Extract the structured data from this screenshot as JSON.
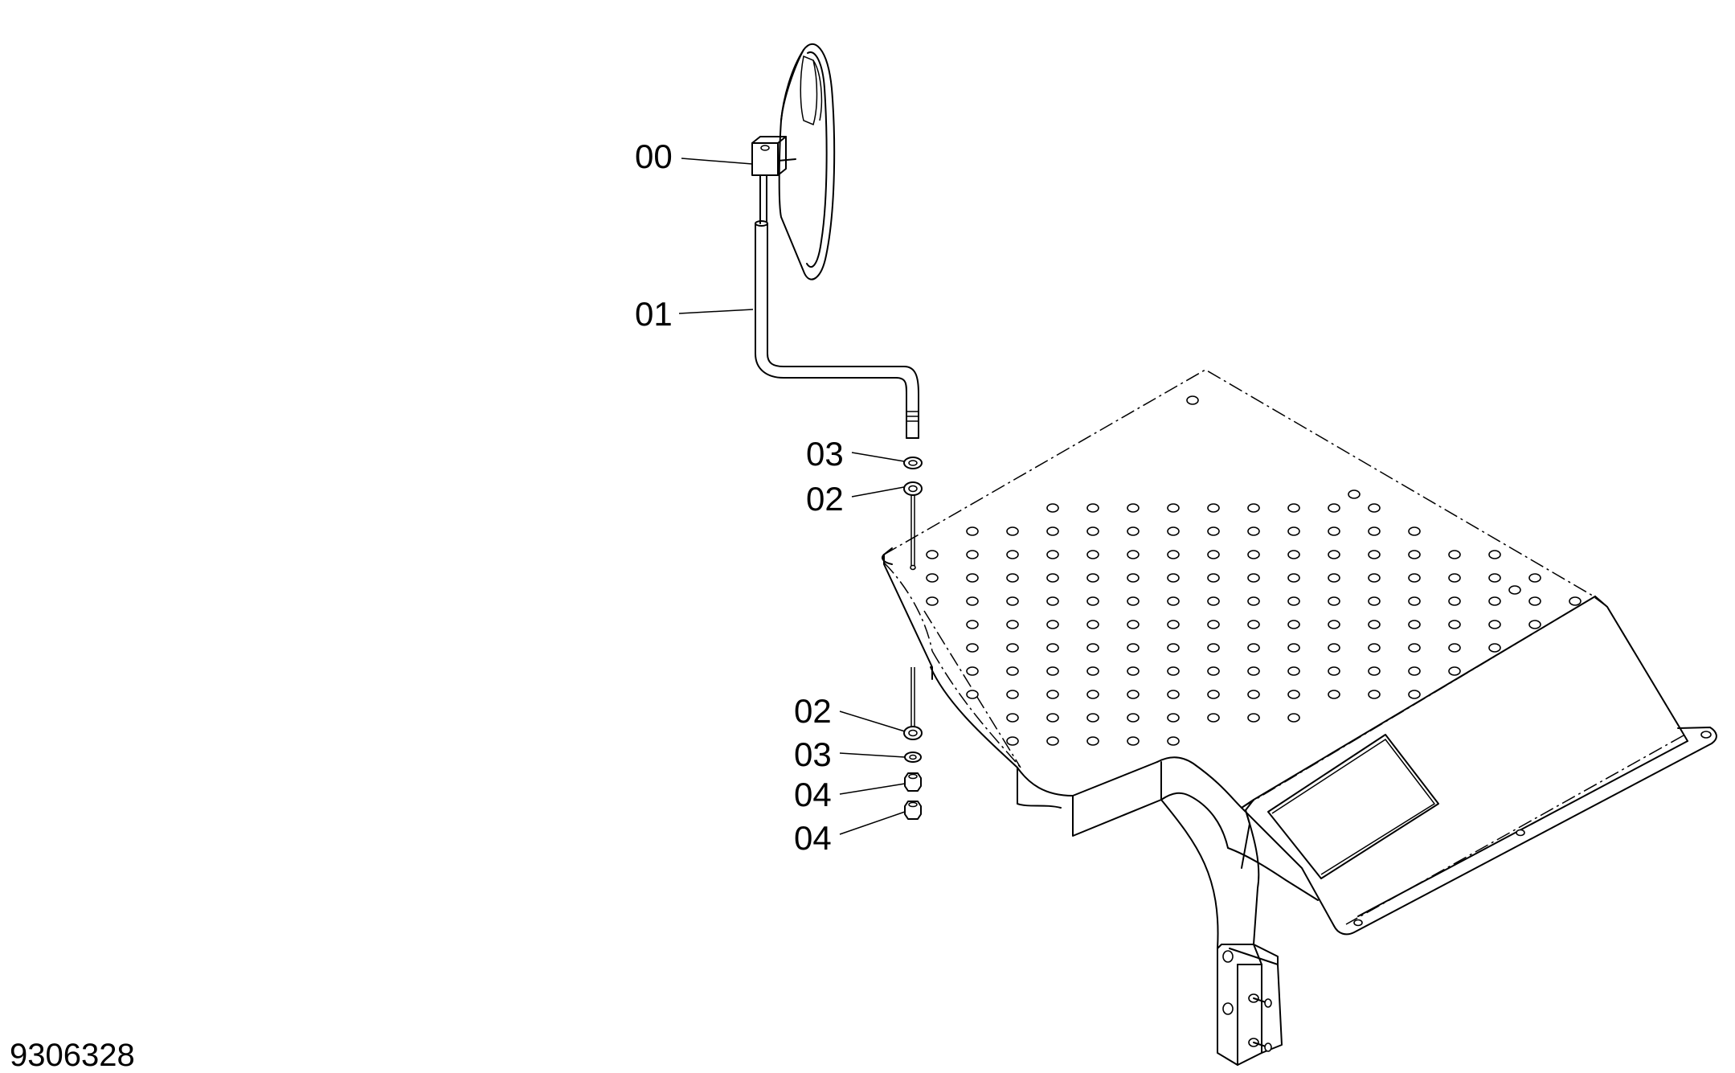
{
  "drawing": {
    "document_number": "9306328",
    "callouts": [
      {
        "id": "c00",
        "label": "00"
      },
      {
        "id": "c01",
        "label": "01"
      },
      {
        "id": "c03a",
        "label": "03"
      },
      {
        "id": "c02a",
        "label": "02"
      },
      {
        "id": "c02b",
        "label": "02"
      },
      {
        "id": "c03b",
        "label": "03"
      },
      {
        "id": "c04a",
        "label": "04"
      },
      {
        "id": "c04b",
        "label": "04"
      }
    ]
  }
}
